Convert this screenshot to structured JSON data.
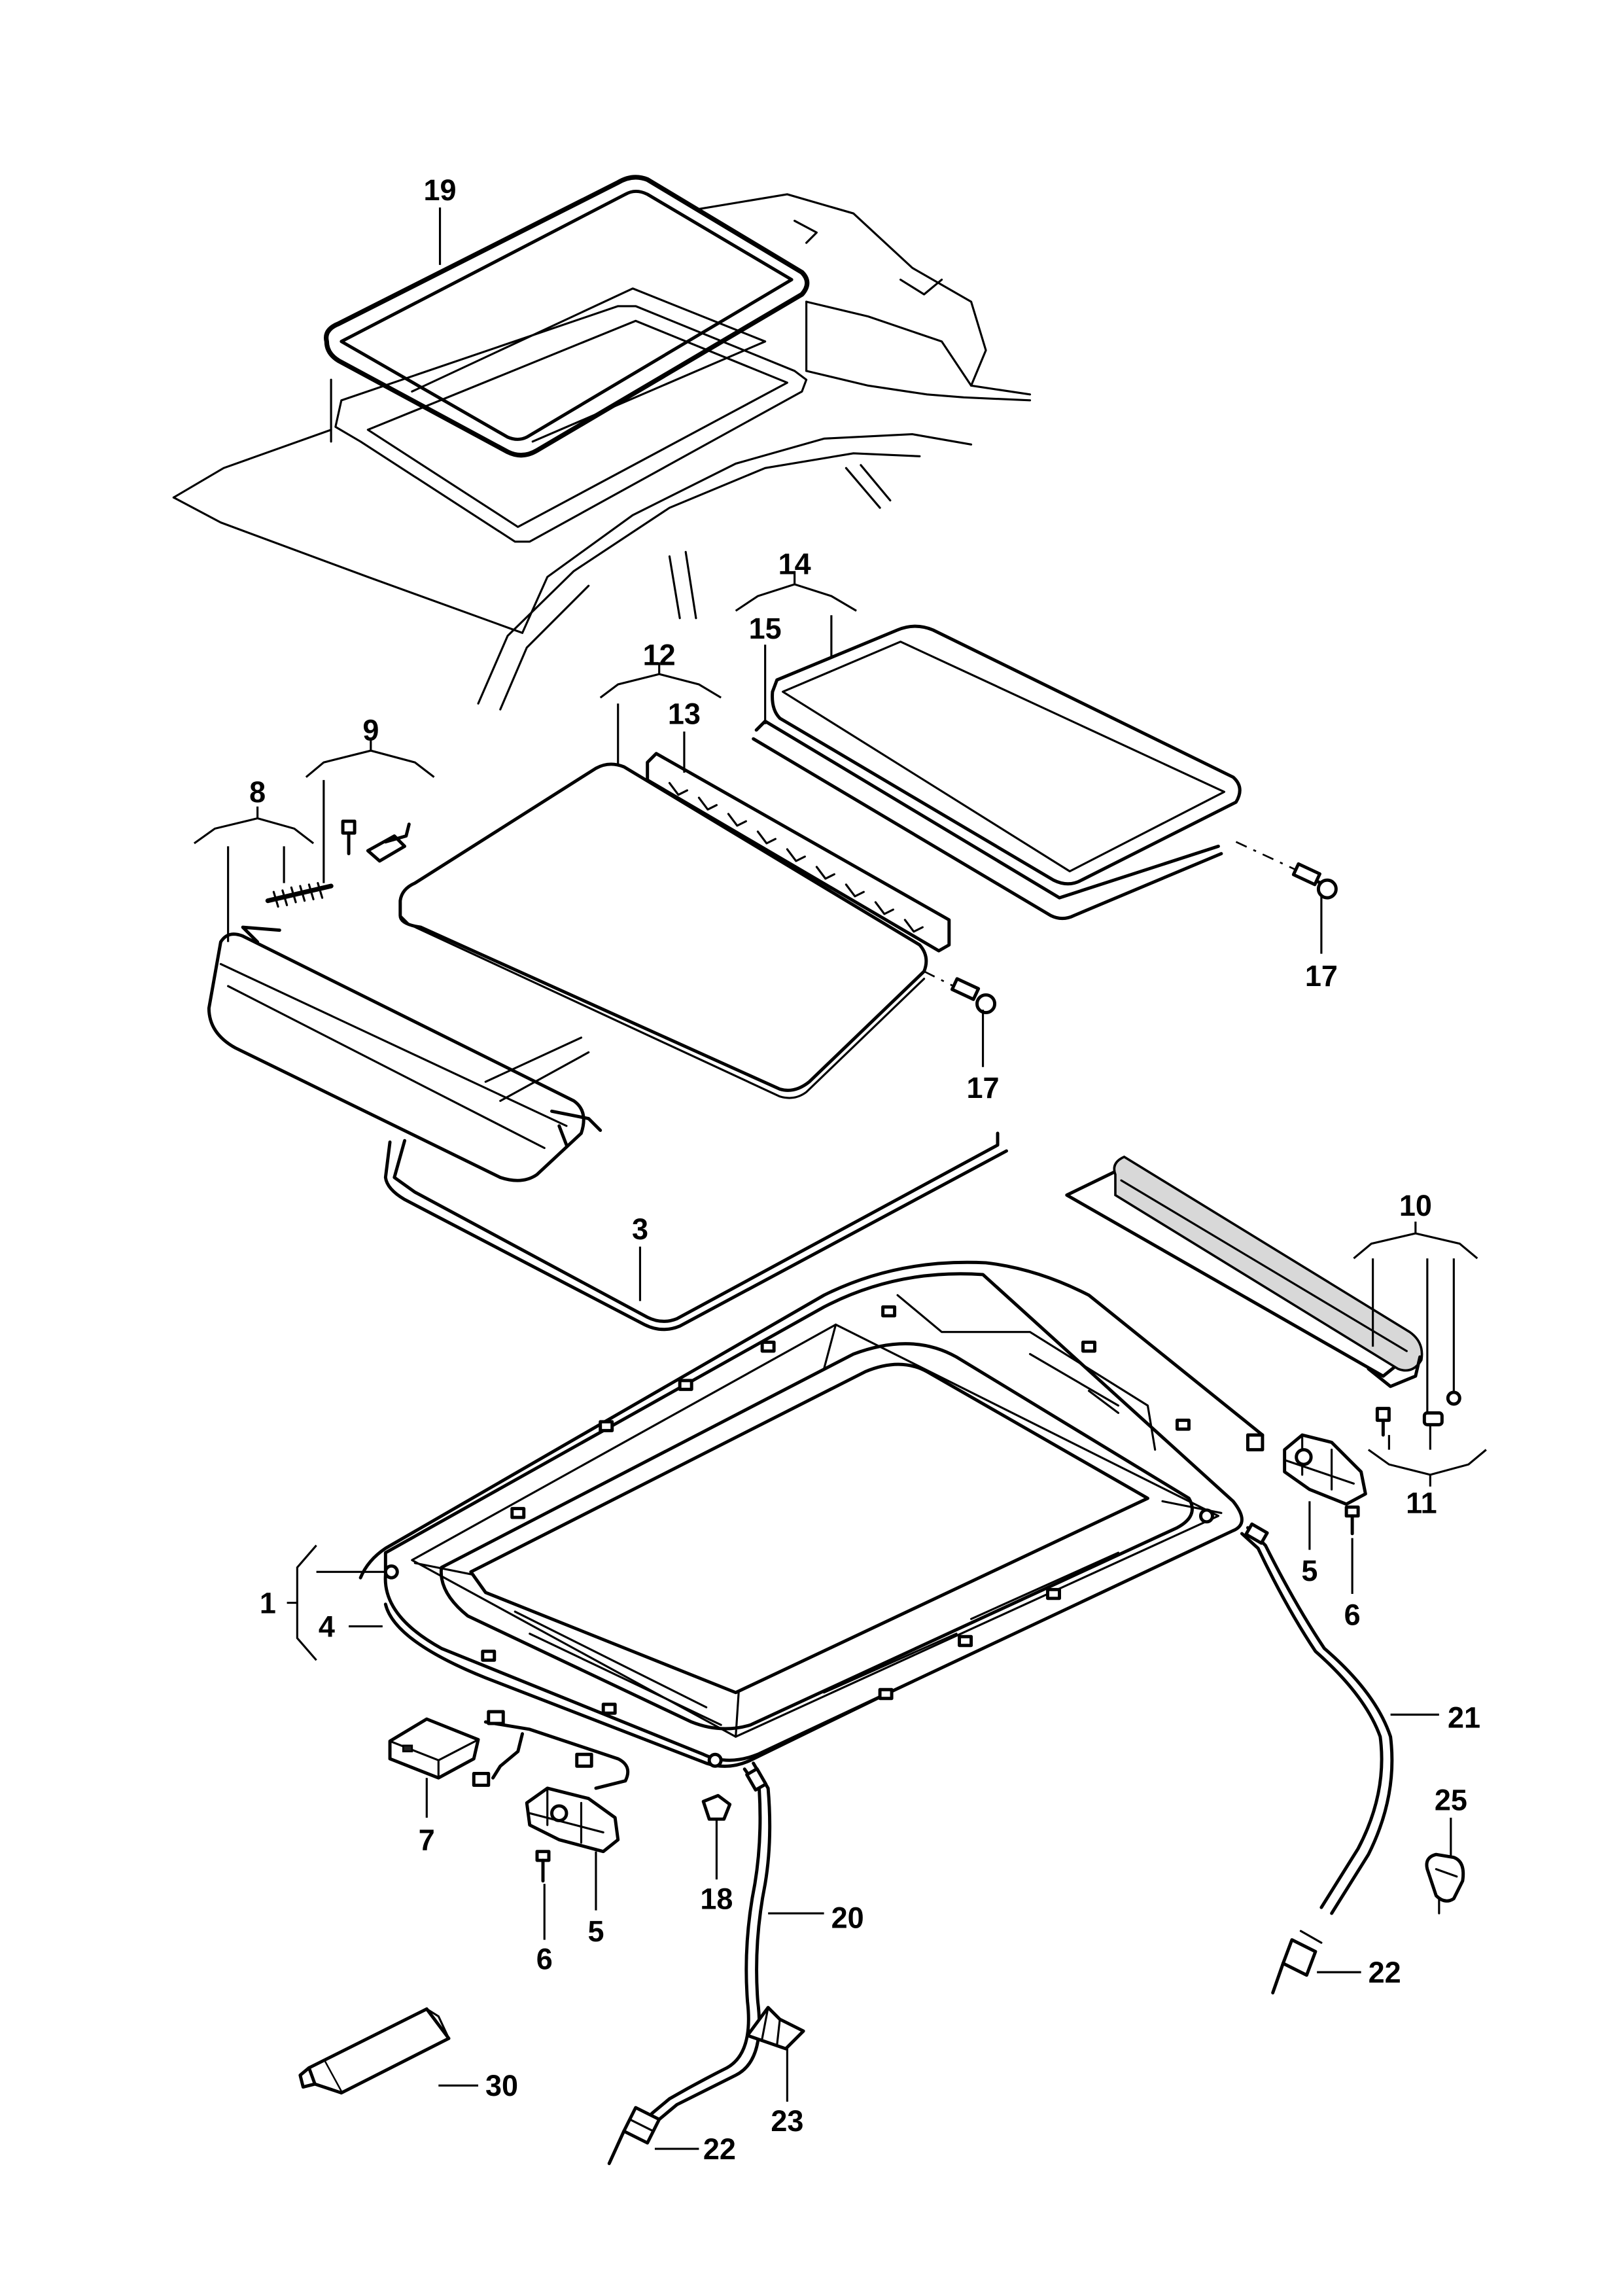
{
  "labels": {
    "p1": "1",
    "p3": "3",
    "p4": "4",
    "p5a": "5",
    "p5b": "5",
    "p6a": "6",
    "p6b": "6",
    "p7": "7",
    "p8": "8",
    "p9": "9",
    "p10": "10",
    "p11": "11",
    "p12": "12",
    "p13": "13",
    "p14": "14",
    "p15": "15",
    "p17a": "17",
    "p17b": "17",
    "p18": "18",
    "p19": "19",
    "p20": "20",
    "p21": "21",
    "p22a": "22",
    "p22b": "22",
    "p23": "23",
    "p25": "25",
    "p30": "30"
  }
}
